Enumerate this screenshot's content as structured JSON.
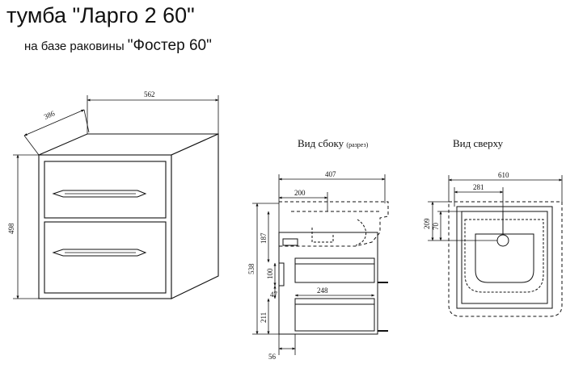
{
  "title": "тумба \"Ларго 2 60\"",
  "subtitle": {
    "prefix": "на базе раковины",
    "name": "\"Фостер 60\""
  },
  "views": {
    "side": {
      "label": "Вид сбоку",
      "note": "(разрез)"
    },
    "top": {
      "label": "Вид сверху"
    }
  },
  "dimensions": {
    "iso_width": "562",
    "iso_depth": "386",
    "iso_height": "498",
    "side_depth": "407",
    "side_sink_depth": "200",
    "side_height": "538",
    "side_upper": "187",
    "side_mid": "100",
    "side_gap": "47",
    "side_lower": "211",
    "side_drawer_depth": "248",
    "side_base": "56",
    "top_width": "610",
    "top_sink_offset": "281",
    "top_depth": "209",
    "top_depth_inner": "70"
  }
}
